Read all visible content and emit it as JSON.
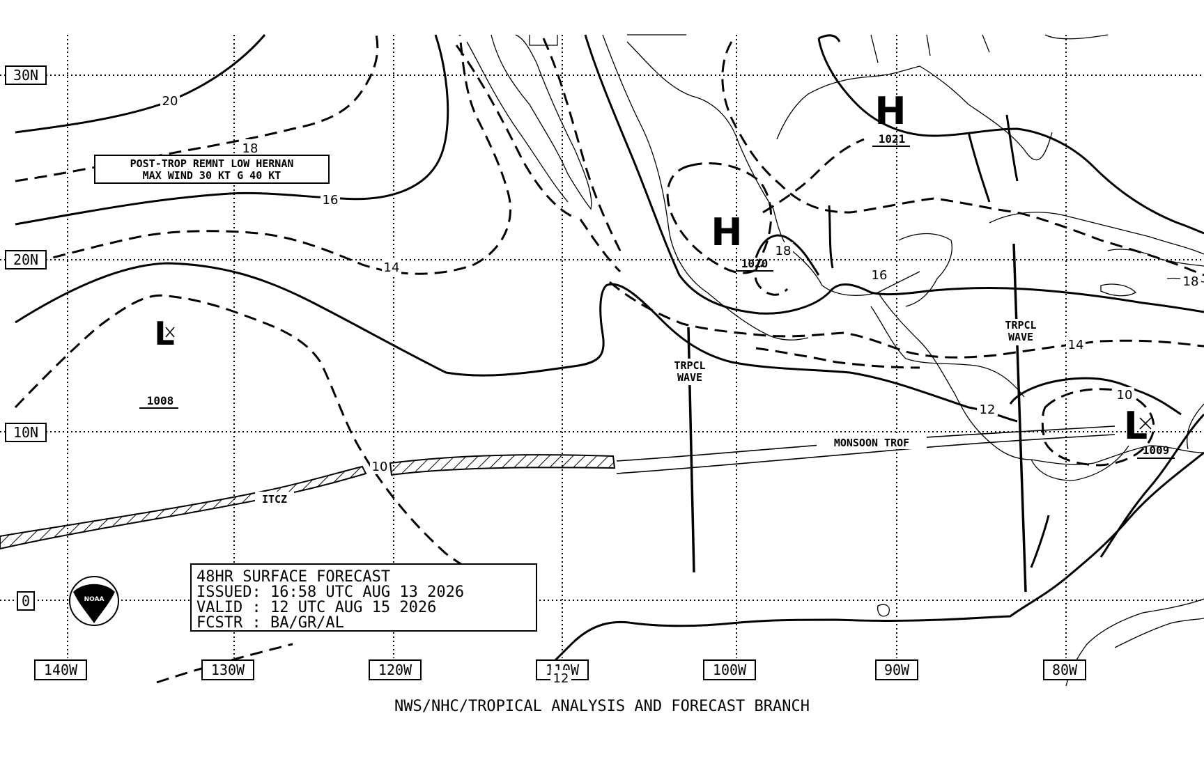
{
  "lat_labels": [
    "30N",
    "20N",
    "10N",
    "0"
  ],
  "lon_labels": [
    "140W",
    "130W",
    "120W",
    "110W",
    "100W",
    "90W",
    "80W"
  ],
  "forecast_box": {
    "line1": "48HR SURFACE FORECAST",
    "line2": "ISSUED: 16:58 UTC AUG 13 2026",
    "line3": "VALID : 12 UTC AUG 15 2026",
    "line4": "FCSTR : BA/GR/AL"
  },
  "footer": "NWS/NHC/TROPICAL ANALYSIS AND FORECAST BRANCH",
  "remnant_box": {
    "line1": "POST-TROP REMNT LOW HERNAN",
    "line2": "MAX WIND 30 KT G 40 KT"
  },
  "pressure_centers": [
    {
      "symbol": "H",
      "value": "1021"
    },
    {
      "symbol": "H",
      "value": "1020"
    },
    {
      "symbol": "L",
      "value": "1008"
    },
    {
      "symbol": "L",
      "value": "1009"
    }
  ],
  "isobar_labels": [
    "20",
    "18",
    "16",
    "14",
    "18",
    "16",
    "18",
    "14",
    "12",
    "10",
    "10",
    "12"
  ],
  "feature_labels": {
    "itcz": "ITCZ",
    "monsoon": "MONSOON TROF",
    "wave_west_1": "TRPCL",
    "wave_west_2": "WAVE",
    "wave_east_1": "TRPCL",
    "wave_east_2": "WAVE"
  },
  "logo_text": "NOAA",
  "colors": {
    "ink": "#000000",
    "background": "#ffffff"
  }
}
